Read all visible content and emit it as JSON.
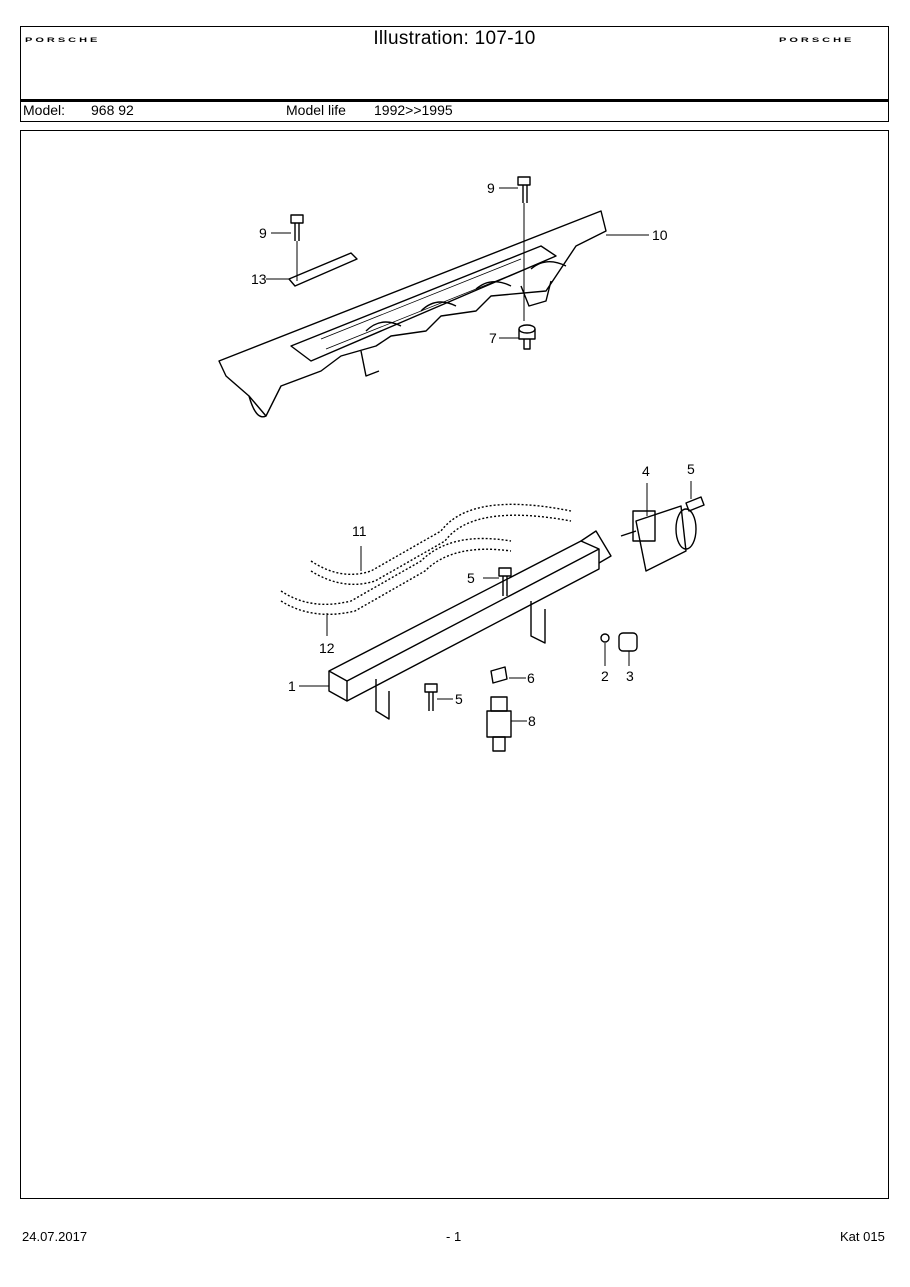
{
  "header": {
    "title": "Illustration: 107-10",
    "brand_left": "PORSCHE",
    "brand_right": "PORSCHE"
  },
  "model": {
    "model_label": "Model:",
    "model_value": "968 92",
    "life_label": "Model life",
    "life_value": "1992>>1995"
  },
  "diagram": {
    "callouts": [
      "1",
      "2",
      "3",
      "4",
      "5",
      "5",
      "5",
      "6",
      "7",
      "8",
      "9",
      "9",
      "10",
      "11",
      "12",
      "13"
    ]
  },
  "footer": {
    "date": "24.07.2017",
    "page": "- 1",
    "catalog": "Kat 015"
  }
}
